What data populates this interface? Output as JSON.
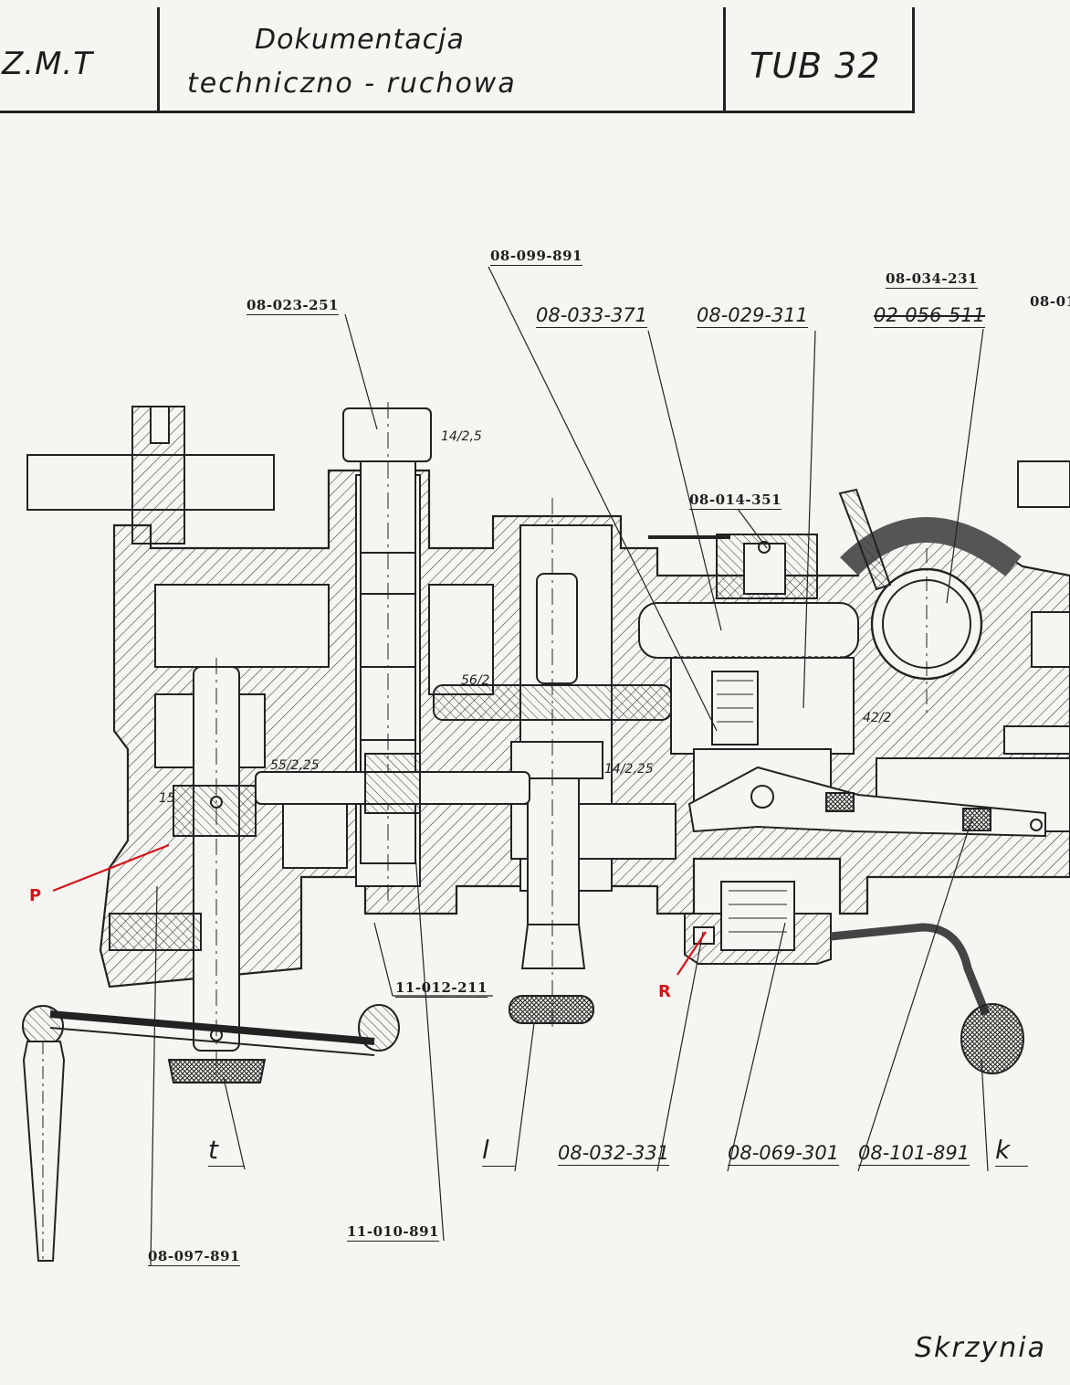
{
  "title_block": {
    "org": "Z.M.T",
    "title_line1": "Dokumentacja",
    "title_line2": "techniczno - ruchowa",
    "code": "TUB 32"
  },
  "part_labels": {
    "p_08_023_251": "08-023-251",
    "p_08_099_891": "08-099-891",
    "p_08_033_371": "08-033-371",
    "p_08_029_311": "08-029-311",
    "p_08_034_231": "08-034-231",
    "p_02_056_511": "02-056-511",
    "p_08_01": "08-01",
    "p_08_014_351": "08-014-351",
    "p_11_012_211": "11-012-211",
    "p_11_010_891": "11-010-891",
    "p_08_097_891": "08-097-891",
    "p_08_032_331": "08-032-331",
    "p_08_069_301": "08-069-301",
    "p_08_101_891": "08-101-891"
  },
  "letter_labels": {
    "t": "t",
    "l": "l",
    "k": "k"
  },
  "dimensions": {
    "d_14_2_5": "14/2,5",
    "d_56_2": "56/2",
    "d_42_2": "42/2",
    "d_55_2_25": "55/2,25",
    "d_14_2_25": "14/2,25",
    "d_15": "15"
  },
  "markers": {
    "p": "P",
    "r": "R",
    "accent_color": "#d4141b"
  },
  "footer": "Skrzynia"
}
